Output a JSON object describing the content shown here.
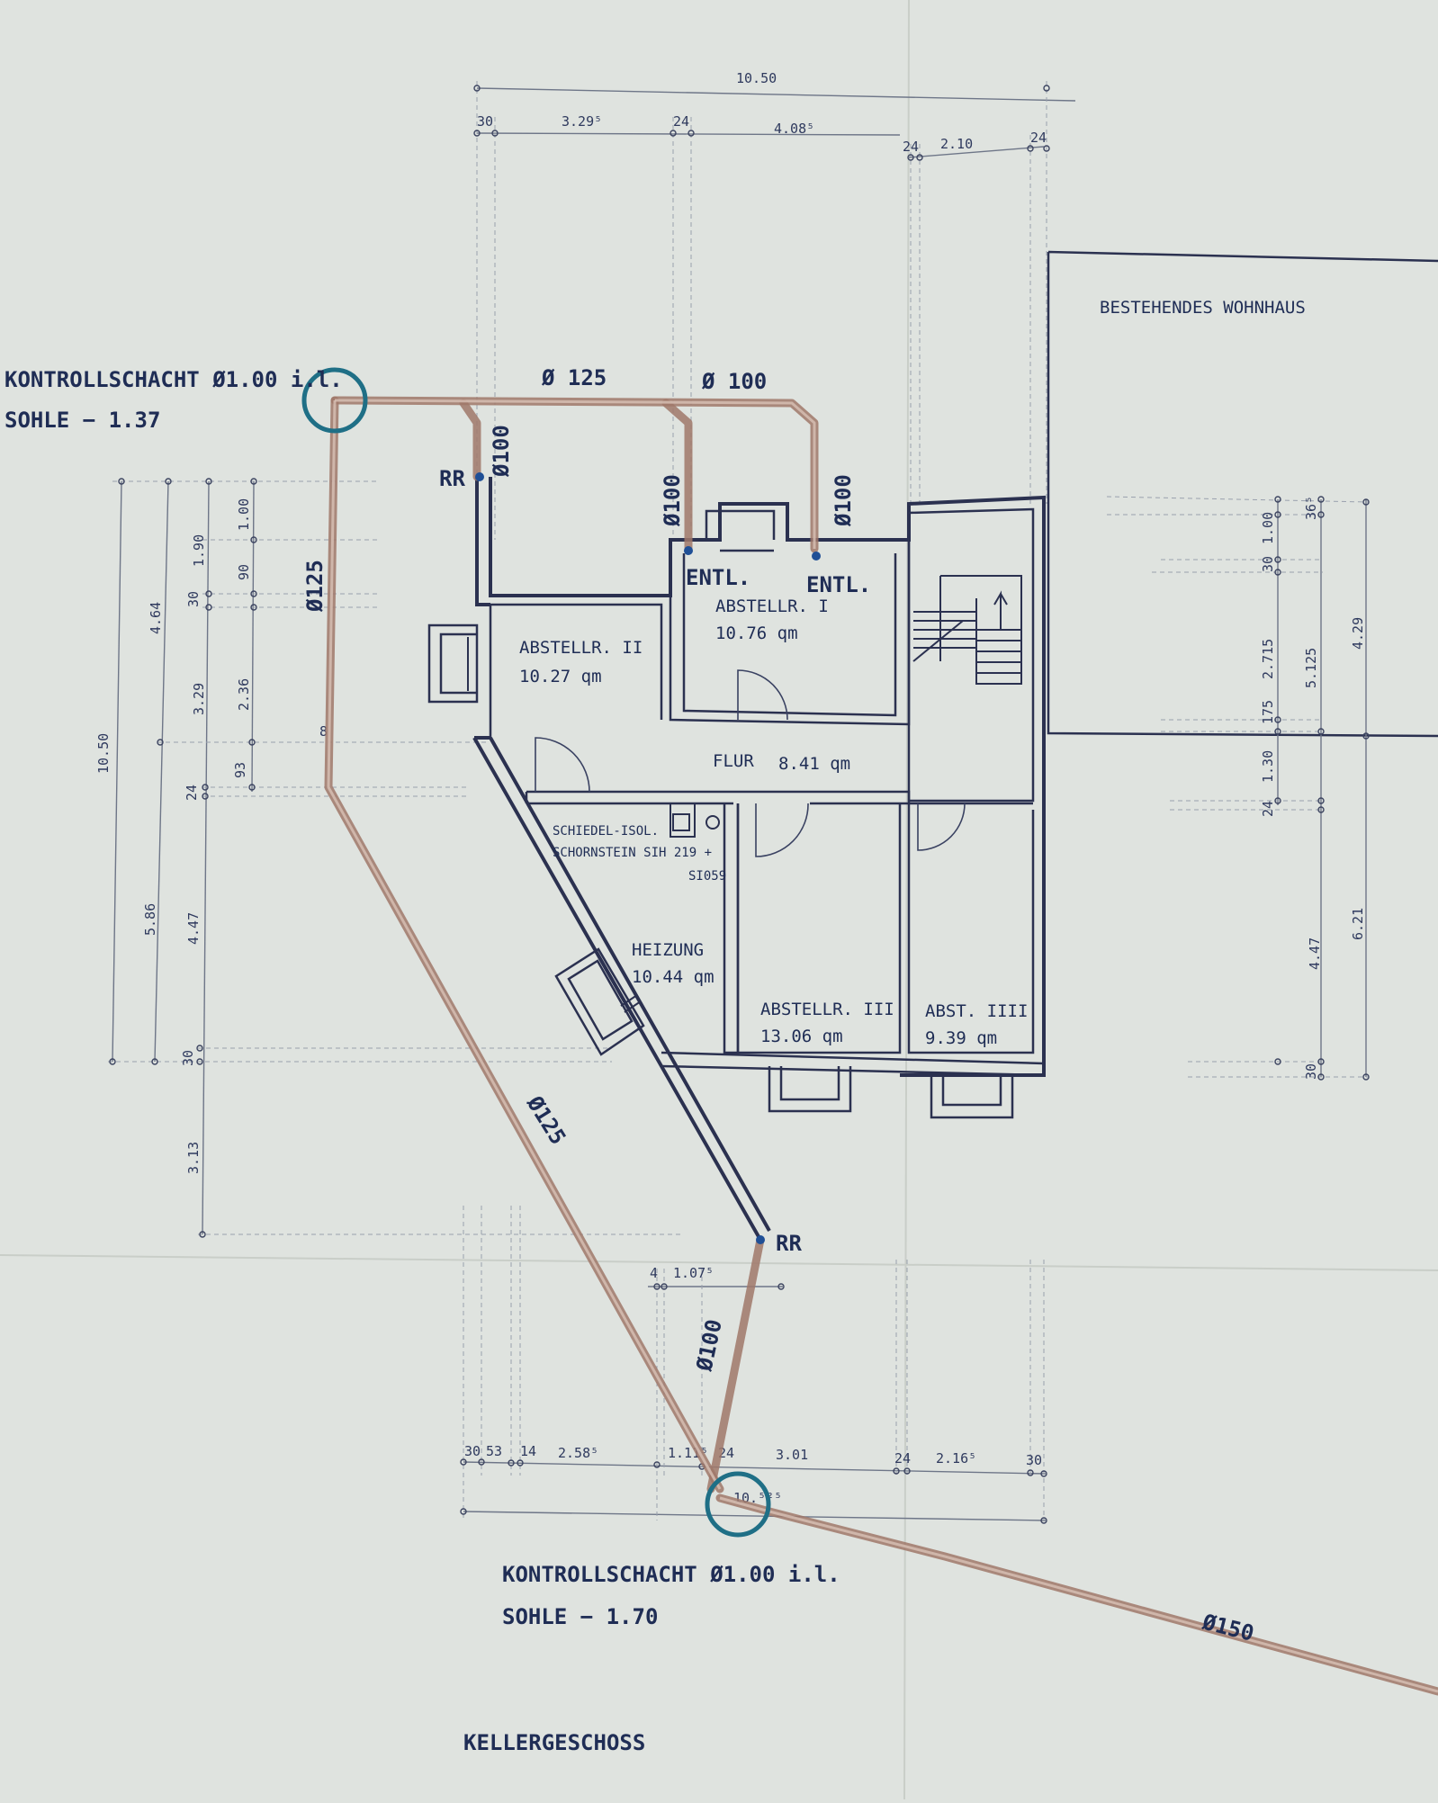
{
  "drawing": {
    "title": "KELLERGESCHOSS",
    "existing_building": "BESTEHENDES WOHNHAUS"
  },
  "shafts": {
    "top": {
      "name": "KONTROLLSCHACHT Ø1.00 i.l.",
      "level": "SOHLE − 1.37"
    },
    "bottom": {
      "name": "KONTROLLSCHACHT Ø1.00 i.l.",
      "level": "SOHLE − 1.70"
    }
  },
  "pipes": {
    "top_main": "Ø 125",
    "top_right": "Ø 100",
    "left_down": "Ø125",
    "branch_rr": "Ø100",
    "branch_entl1": "Ø100",
    "branch_entl2": "Ø100",
    "diagonal": "Ø125",
    "rr_bottom": "Ø100",
    "outlet": "Ø150"
  },
  "markers": {
    "rr_top": "RR",
    "rr_bottom": "RR",
    "entl_1": "ENTL.",
    "entl_2": "ENTL."
  },
  "rooms": [
    {
      "name": "ABSTELLR. I",
      "area": "10.76 qm"
    },
    {
      "name": "ABSTELLR. II",
      "area": "10.27 qm"
    },
    {
      "name": "FLUR",
      "area": "8.41 qm"
    },
    {
      "name": "HEIZUNG",
      "area": "10.44 qm"
    },
    {
      "name": "ABSTELLR. III",
      "area": "13.06 qm"
    },
    {
      "name": "ABST. IIII",
      "area": "9.39 qm"
    }
  ],
  "chimney": {
    "line1": "SCHIEDEL-ISOL.",
    "line2": "SCHORNSTEIN SIH 219 +",
    "line3": "SI059"
  },
  "dimensions": {
    "top_total": "10.50",
    "top_row": [
      "30",
      "3.29⁵",
      "24",
      "4.08⁵"
    ],
    "top_row2": [
      "24",
      "2.10",
      "24"
    ],
    "left_outer": [
      "10.50"
    ],
    "left_col1": [
      "4.64",
      "5.86"
    ],
    "left_col2": [
      "1.90",
      "30",
      "3.29",
      "24",
      "4.47",
      "30",
      "3.13"
    ],
    "left_col3": [
      "1.00",
      "90",
      "2.36",
      "93"
    ],
    "left_small": "8",
    "right_col1": [
      "36⁵",
      "1.00",
      "30",
      "2.715",
      "175",
      "1.30",
      "24",
      "4.47",
      "30"
    ],
    "right_col2": [
      "5.125"
    ],
    "right_col3": [
      "4.29",
      "6.21"
    ],
    "mid": [
      "4",
      "1.07⁵"
    ],
    "bottom_row": [
      "30",
      "53",
      "14",
      "2.58⁵",
      "1.11⁵",
      "24",
      "3.01",
      "24",
      "2.16⁵",
      "30"
    ],
    "bottom_total": "10.⁵²⁵"
  },
  "colors": {
    "paper": "#dfe3df",
    "ink": "#1f2d55",
    "pipe": "#a0786a",
    "shaft": "#1f6f86"
  }
}
